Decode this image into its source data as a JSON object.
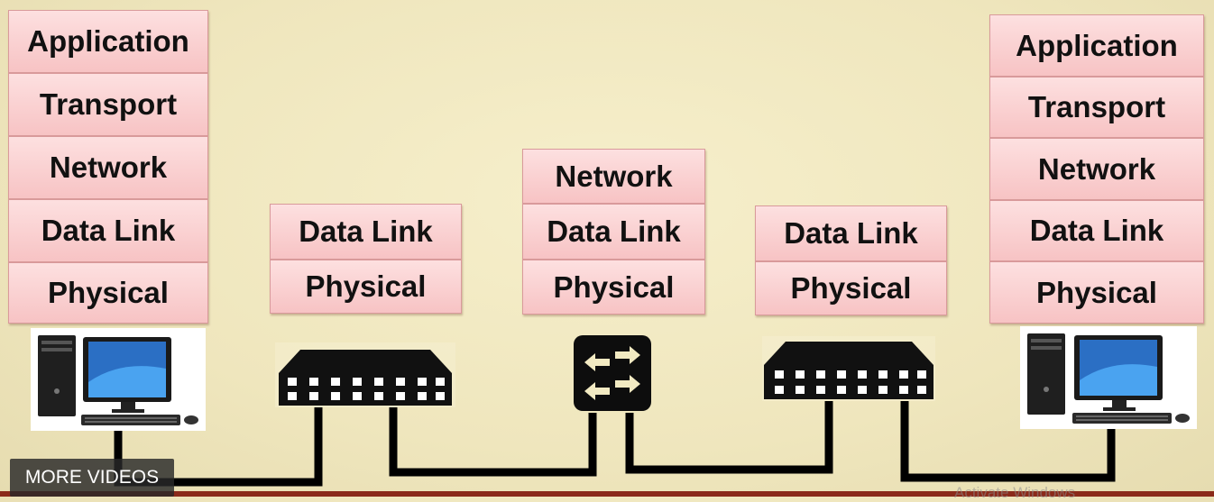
{
  "stacks": {
    "host_left": [
      "Application",
      "Transport",
      "Network",
      "Data Link",
      "Physical"
    ],
    "switch_left": [
      "Data Link",
      "Physical"
    ],
    "router": [
      "Network",
      "Data Link",
      "Physical"
    ],
    "switch_right": [
      "Data Link",
      "Physical"
    ],
    "host_right": [
      "Application",
      "Transport",
      "Network",
      "Data Link",
      "Physical"
    ]
  },
  "devices": {
    "host_left": "computer-icon",
    "switch_left": "switch-icon",
    "router": "router-icon",
    "switch_right": "switch-icon",
    "host_right": "computer-icon"
  },
  "overlay": {
    "more_videos": "MORE VIDEOS",
    "watermark": "Activate Windows"
  },
  "colors": {
    "background": "#f2eac2",
    "layer_fill": "#f7c3c4",
    "cable": "#000000",
    "bottom_bar": "#8b2a1a"
  }
}
